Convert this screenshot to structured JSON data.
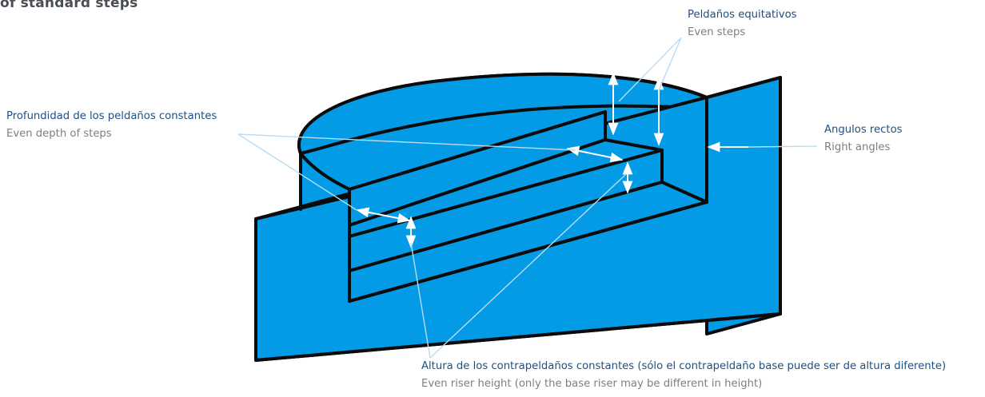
{
  "title": "of standard steps",
  "colors": {
    "pool_fill": "#039be5",
    "outline": "#0b0b0b",
    "leader": "#b9dcf2"
  },
  "callouts": {
    "even_steps": {
      "es": "Peldaños equitativos",
      "en": "Even steps"
    },
    "even_depth": {
      "es": "Profundidad de los peldaños constantes",
      "en": "Even depth of steps"
    },
    "right_angles": {
      "es": "Angulos rectos",
      "en": "Right angles"
    },
    "riser_height": {
      "es": "Altura de los contrapeldaños constantes (sólo el contrapeldaño base puede ser de altura diferente)",
      "en": "Even riser height (only the base riser may be different in height)"
    }
  }
}
